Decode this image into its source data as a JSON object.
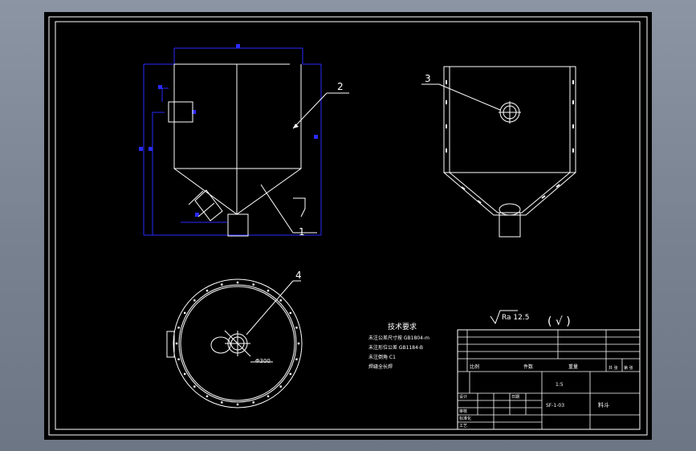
{
  "balloons": {
    "b1": "1",
    "b2": "2",
    "b3": "3",
    "b4": "4"
  },
  "dimension": {
    "diameter": "Φ300"
  },
  "surface": {
    "roughness": "Ra 12.5",
    "other": "( √ )"
  },
  "tech_req": {
    "title": "技术要求",
    "lines": [
      "未注公差尺寸按 GB1804-m",
      "未注形位公差 GB1184-B",
      "未注倒角 C1",
      "焊缝全长焊"
    ]
  },
  "title_block": {
    "r1": "比例",
    "r2": "件数",
    "r3": "重量",
    "r4": "共 张",
    "r5": "第 张",
    "n1": "1:5",
    "part": "料斗",
    "code": "SF-1-03",
    "c1": "设计",
    "c2": "审核",
    "c3": "标准化",
    "c4": "日期",
    "c5": "工艺"
  },
  "colors": {
    "background": "#000000",
    "lines": "#ffffff",
    "dimension": "#2a2aff",
    "frame_outer": "#7b8594"
  }
}
